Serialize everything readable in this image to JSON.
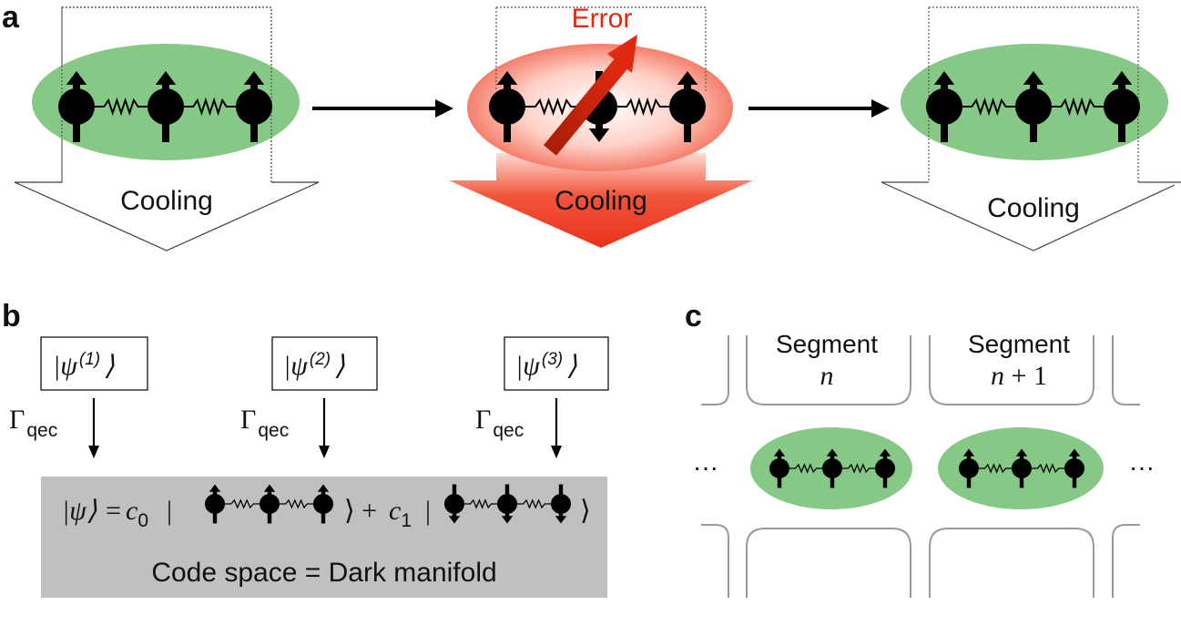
{
  "panels": {
    "a": "a",
    "b": "b",
    "c": "c"
  },
  "panel_a": {
    "error_label": "Error",
    "cooling_left": "Cooling",
    "cooling_middle": "Cooling",
    "cooling_right": "Cooling",
    "error_color": "#e02a10",
    "code_color": "#86c986"
  },
  "panel_b": {
    "state_1_prefix": "|ψ",
    "state_1_sup": "(1)",
    "state_2_prefix": "|ψ",
    "state_2_sup": "(2)",
    "state_3_prefix": "|ψ",
    "state_3_sup": "(3)",
    "ket_close": "⟩",
    "gamma": "Γ",
    "gamma_sub": "qec",
    "eq_lhs": "|ψ⟩ = ",
    "c0": "c",
    "c0_sub": "0",
    "bar": "|",
    "plus": "⟩ + ",
    "c1": "c",
    "c1_sub": "1",
    "bar2": "|",
    "final_ket": "⟩",
    "code_space_label": "Code space = Dark manifold",
    "box_color": "#c0c0c0"
  },
  "panel_c": {
    "segment_label": "Segment",
    "segment_n": "n",
    "segment_n1_var": "n",
    "segment_n1_rest": " + 1",
    "ellipsis_left": "···",
    "ellipsis_right": "···"
  }
}
